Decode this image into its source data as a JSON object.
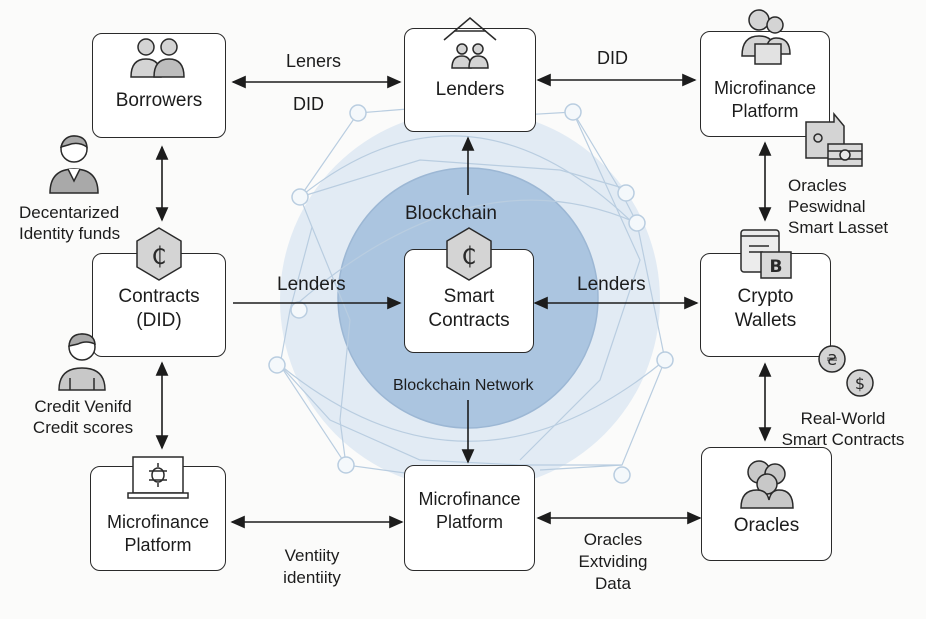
{
  "colors": {
    "background": "#fbfbfa",
    "node_border": "#2a2a2a",
    "blockchain_outer": "#dbe6f1",
    "blockchain_inner": "#a9c3df",
    "network_lines": "#b9cde0",
    "icon_fill": "#d4d4d4"
  },
  "nodes": {
    "borrowers": {
      "label": "Borrowers",
      "icon": "users-icon"
    },
    "lenders_top": {
      "label": "Lenders",
      "icon": "users-roof-icon"
    },
    "microfinance_top_right": {
      "label_1": "Microfinance",
      "label_2": "Platform",
      "icon": "group-laptop-icon",
      "badge_icon": "document-gear-icon"
    },
    "contracts_did": {
      "label_1": "Contracts",
      "label_2": "(DID)",
      "icon": "cedi-hexagon-icon"
    },
    "smart_contracts": {
      "label_1": "Smart",
      "label_2": "Contracts",
      "icon": "cedi-hexagon-icon"
    },
    "crypto_wallets": {
      "label_1": "Crypto",
      "label_2": "Wallets",
      "icon": "bitcoin-wallet-icon",
      "badge_icon": "coins-icon"
    },
    "microfinance_bottom_left": {
      "label_1": "Microfinance",
      "label_2": "Platform",
      "icon": "laptop-bug-icon"
    },
    "microfinance_bottom_center": {
      "label_1": "Microfinance",
      "label_2": "Platform"
    },
    "oracles": {
      "label": "Oracles",
      "icon": "people-group-icon"
    }
  },
  "blockchain": {
    "top_label": "Blockchain",
    "bottom_label": "Blockchain Network"
  },
  "edge_labels": {
    "borrowers_lenders_top": "Leners",
    "borrowers_lenders_bottom": "DID",
    "lenders_microfinance": "DID",
    "contracts_smart": "Lenders",
    "smart_wallets": "Lenders",
    "bottom_left_center_1": "Ventiity",
    "bottom_left_center_2": "identiity",
    "bottom_center_oracles_1": "Oracles",
    "bottom_center_oracles_2": "Extviding",
    "bottom_center_oracles_3": "Data"
  },
  "side_notes": {
    "decentralized_1": "Decentarized",
    "decentralized_2": "Identity funds",
    "credit_1": "Credit Venifd",
    "credit_2": "Credit scores",
    "oracles_note_1": "Oracles",
    "oracles_note_2": "Peswidnal",
    "oracles_note_3": "Smart Lasset",
    "realworld_1": "Real-World",
    "realworld_2": "Smart Contracts"
  }
}
